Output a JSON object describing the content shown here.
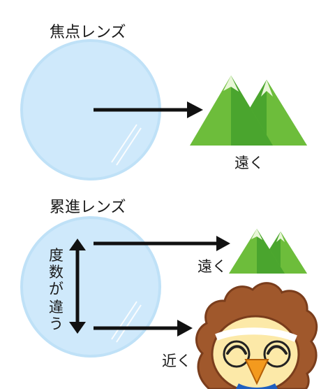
{
  "sections": [
    {
      "heading": "焦点レンズ",
      "labels": [
        "遠く"
      ]
    },
    {
      "heading": "累進レンズ",
      "side_label": [
        "度",
        "数",
        "が",
        "違",
        "う"
      ],
      "labels": [
        "遠く",
        "近く"
      ]
    }
  ],
  "icons": {
    "lens": "lens-icon",
    "mountain": "mountain-icon",
    "arrow": "arrow-icon",
    "mascot": "lion-mascot-icon"
  },
  "colors": {
    "lens_fill": "#cfe9fb",
    "lens_rim": "#b7dcf5",
    "arrow": "#111111",
    "mountain_light": "#7cc843",
    "mountain_dark": "#4aa52e",
    "snow": "#e9f7d8",
    "mane": "#a0582c",
    "mane_dark": "#7a3d1c",
    "face": "#fce9a8",
    "beak": "#f39a1e"
  }
}
